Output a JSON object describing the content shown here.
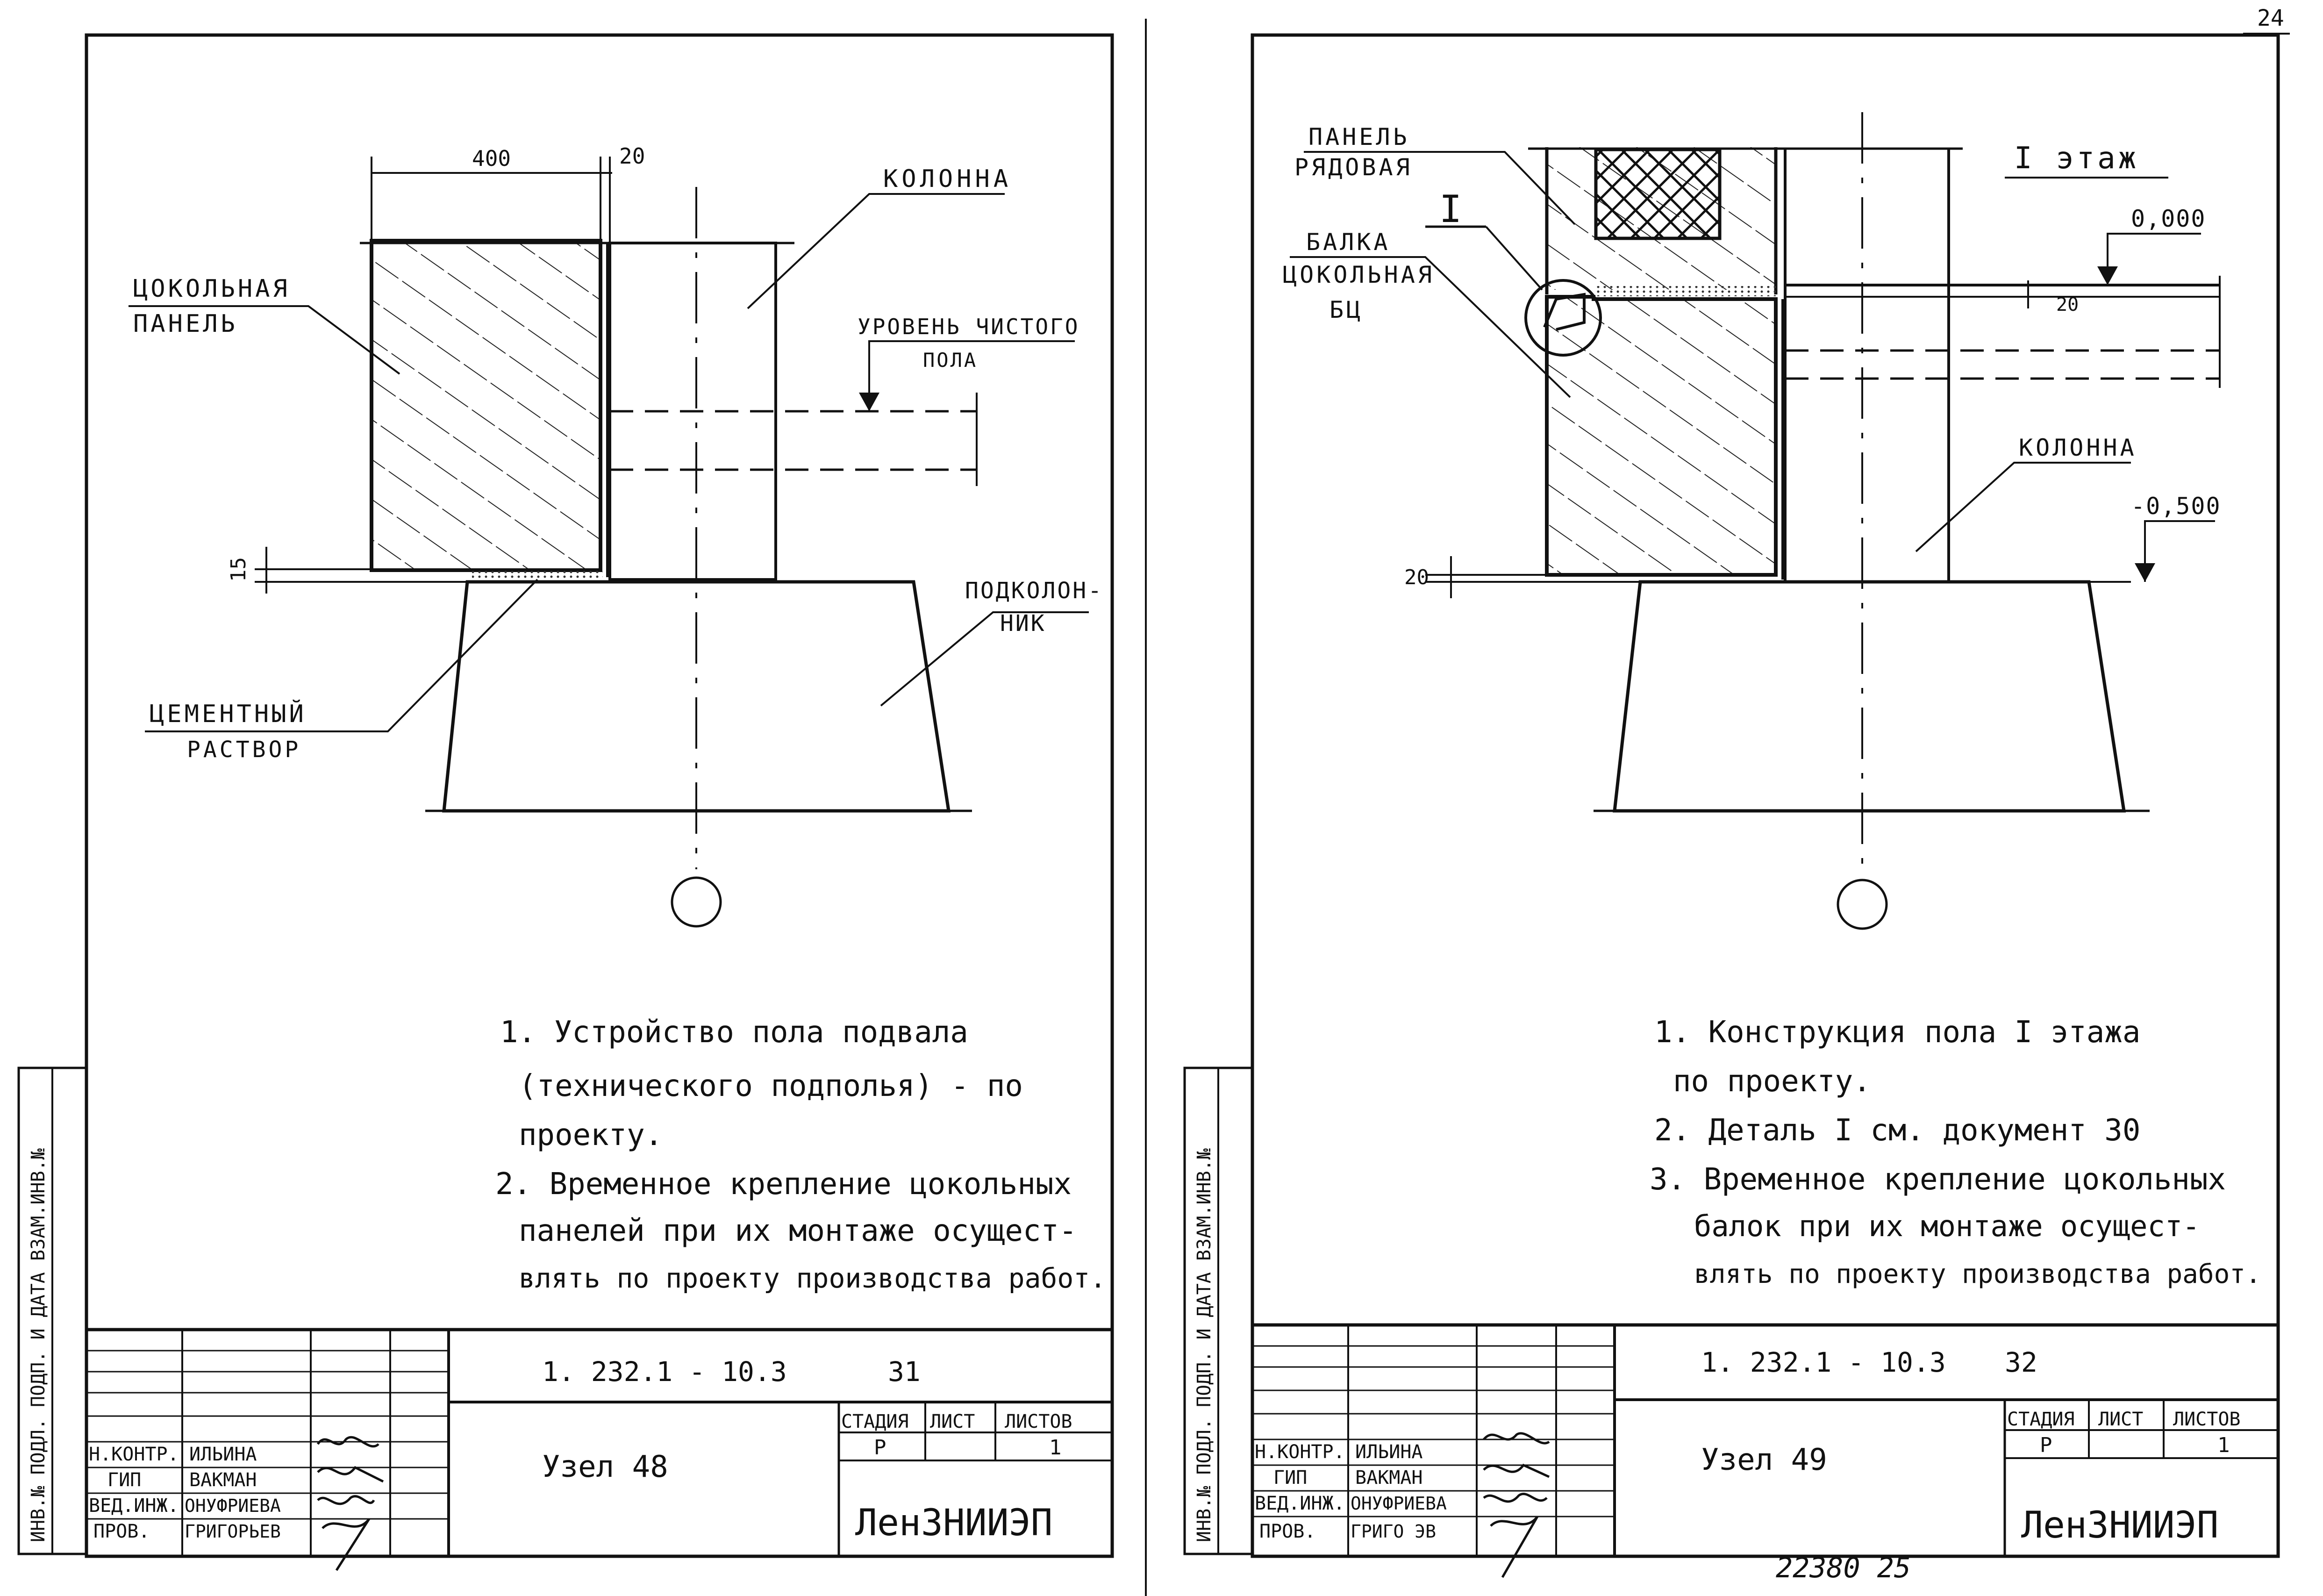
{
  "corner_page_number": "24",
  "left_sheet": {
    "dimensions": {
      "width": "400",
      "gap": "20",
      "bottom_gap": "15"
    },
    "labels": {
      "column": "КОЛОННА",
      "plinth_panel_1": "ЦОКОЛЬНАЯ",
      "plinth_panel_2": "ПАНЕЛЬ",
      "floor_level_1": "УРОВЕНЬ ЧИСТОГО",
      "floor_level_2": "ПОЛА",
      "undercolumn_1": "ПОДКОЛОН-",
      "undercolumn_2": "НИК",
      "mortar_1": "ЦЕМЕНТНЫЙ",
      "mortar_2": "РАСТВОР"
    },
    "notes": [
      "1. Устройство пола подвала",
      "(технического подполья) - по",
      "проекту.",
      "2. Временное крепление цокольных",
      "панелей при их монтаже осущест-",
      "влять по проекту производства работ."
    ],
    "title_block": {
      "doc_code": "1. 232.1 - 10.3",
      "sheet_no": "31",
      "title": "Узел 48",
      "stage_header": "СТАДИЯ",
      "sheet_header": "ЛИСТ",
      "sheets_header": "ЛИСТОВ",
      "stage": "Р",
      "sheets": "1",
      "org": "ЛенЗНИИЭП",
      "roles": [
        "Н.КОНТР.",
        "ГИП",
        "ВЕД.ИНЖ.",
        "ПРОВ."
      ],
      "names": [
        "ИЛЬИНА",
        "ВАКМАН",
        "ОНУФРИЕВА",
        "ГРИГОРЬЕВ"
      ]
    },
    "side_stamp": "ИНВ.№ ПОДЛ.   ПОДП. И ДАТА   ВЗАМ.ИНВ.№"
  },
  "right_sheet": {
    "dimensions": {
      "top_gap": "20",
      "bottom_gap": "20"
    },
    "labels": {
      "panel_1": "ПАНЕЛЬ",
      "panel_2": "РЯДОВАЯ",
      "detail_mark": "I",
      "beam_1": "БАЛКА",
      "beam_2": "ЦОКОЛЬНАЯ",
      "beam_3": "БЦ",
      "floor_title": "I этаж",
      "level_0": "0,000",
      "column": "КОЛОННА",
      "level_minus": "-0,500"
    },
    "notes": [
      "1. Конструкция пола I этажа",
      "по проекту.",
      "2. Деталь I см. документ 30",
      "3. Временное крепление цокольных",
      "балок при их монтаже осущест-",
      "влять по проекту производства работ."
    ],
    "title_block": {
      "doc_code": "1. 232.1 - 10.3",
      "sheet_no": "32",
      "title": "Узел 49",
      "stage_header": "СТАДИЯ",
      "sheet_header": "ЛИСТ",
      "sheets_header": "ЛИСТОВ",
      "stage": "Р",
      "sheets": "1",
      "org": "ЛенЗНИИЭП",
      "roles": [
        "Н.КОНТР.",
        "ГИП",
        "ВЕД.ИНЖ.",
        "ПРОВ."
      ],
      "names": [
        "ИЛЬИНА",
        "ВАКМАН",
        "ОНУФРИЕВА",
        "ГРИГО  ЭВ"
      ]
    },
    "side_stamp": "ИНВ.№ ПОДЛ.   ПОДП. И ДАТА   ВЗАМ.ИНВ.№",
    "footer_stamp": "22380   25"
  }
}
